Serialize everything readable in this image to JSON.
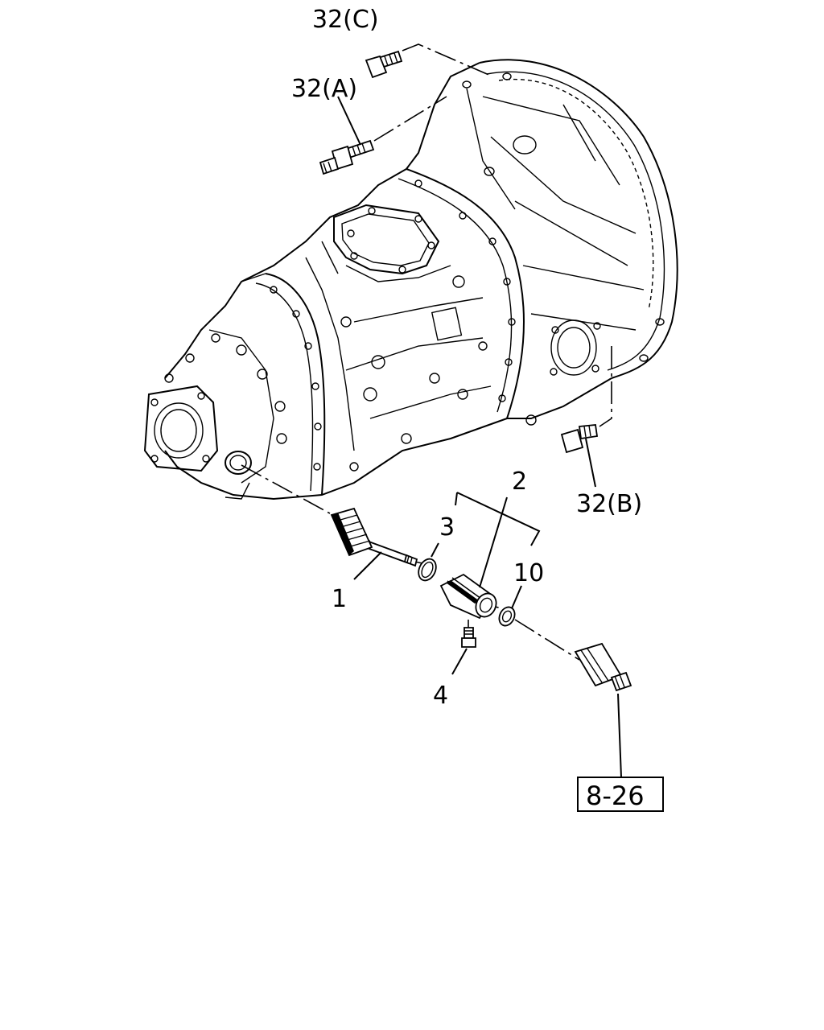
{
  "callouts": {
    "bolt_c": "32(C)",
    "bolt_a": "32(A)",
    "bolt_b": "32(B)",
    "gear_shaft": "1",
    "sleeve_assembly": "2",
    "o_ring": "3",
    "bolt_4": "4",
    "seal_10": "10"
  },
  "reference": {
    "label": "8-26"
  }
}
